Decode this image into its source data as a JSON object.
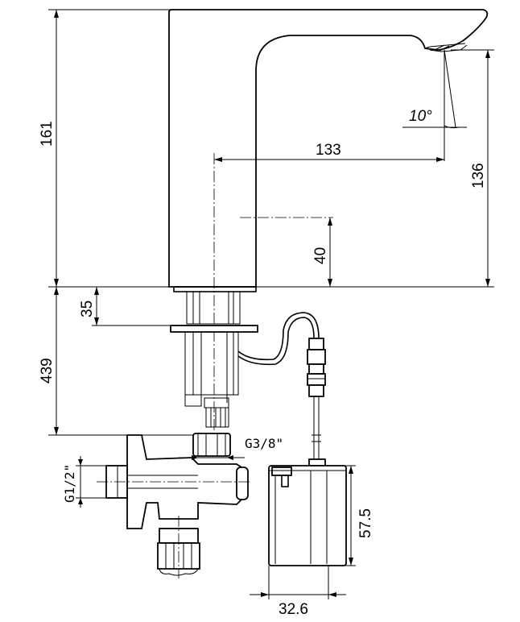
{
  "dimensions": {
    "overall_height": "161",
    "spout_reach": "133",
    "spout_height": "136",
    "center_offset": "40",
    "angle": "10°",
    "mount_thickness": "35",
    "under_counter_length": "439",
    "supply_thread": "G3/8\"",
    "inlet_thread": "G1/2\"",
    "box_height": "57.5",
    "box_width": "32.6"
  },
  "colors": {
    "line": "#000000",
    "background": "#ffffff"
  }
}
